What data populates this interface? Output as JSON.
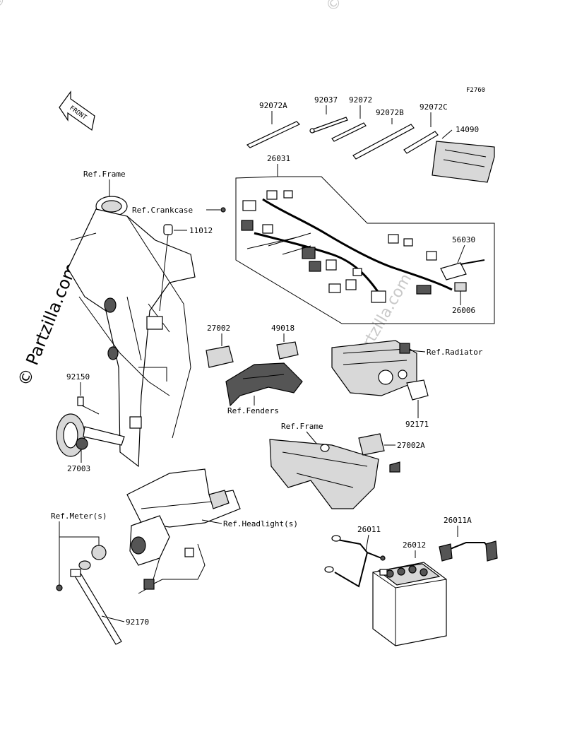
{
  "figure_code": "F2760",
  "front_badge": "FRONT",
  "watermark": "© Partzilla.com",
  "labels": {
    "p92072A": "92072A",
    "p92037": "92037",
    "p92072": "92072",
    "p92072B": "92072B",
    "p92072C": "92072C",
    "p14090": "14090",
    "p26031": "26031",
    "ref_frame_top": "Ref.Frame",
    "ref_crankcase": "Ref.Crankcase",
    "p11012": "11012",
    "p56030": "56030",
    "p26006": "26006",
    "p27002": "27002",
    "p49018": "49018",
    "ref_radiator": "Ref.Radiator",
    "ref_fenders": "Ref.Fenders",
    "p92150": "92150",
    "p27003": "27003",
    "p92171": "92171",
    "ref_frame_mid": "Ref.Frame",
    "p27002A": "27002A",
    "ref_meters": "Ref.Meter(s)",
    "ref_headlights": "Ref.Headlight(s)",
    "p26011": "26011",
    "p26011A": "26011A",
    "p26012": "26012",
    "p92170": "92170"
  }
}
